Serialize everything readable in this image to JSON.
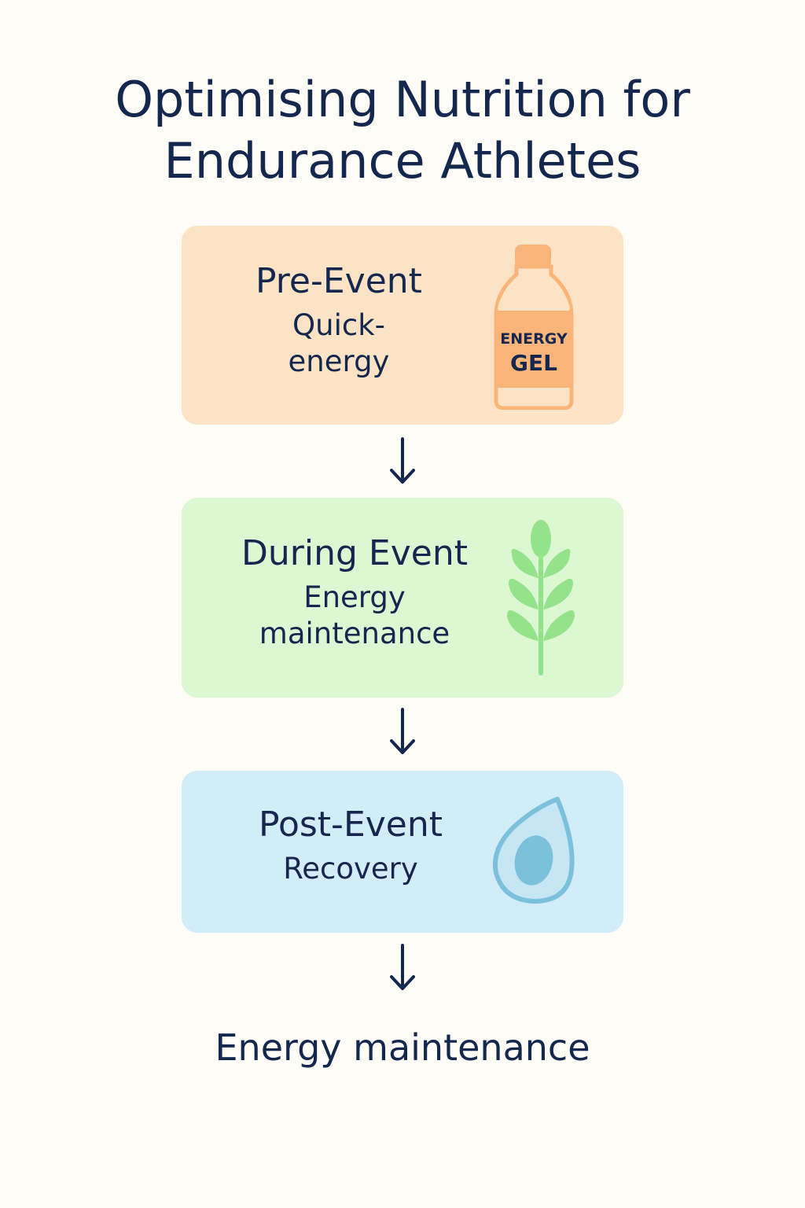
{
  "title": {
    "line1": "Optimising Nutrition for",
    "line2": "Endurance Athletes"
  },
  "stages": [
    {
      "heading": "Pre-Event",
      "subtitle": "Quick-energy",
      "icon": "energy-gel-bottle-icon",
      "icon_label_line1": "ENERGY",
      "icon_label_line2": "GEL",
      "color": "#fde3c5",
      "accent": "#f9b479"
    },
    {
      "heading": "During Event",
      "subtitle": "Energy maintenance",
      "icon": "wheat-sprig-icon",
      "color": "#dcf8d3",
      "accent": "#94e28a"
    },
    {
      "heading": "Post-Event",
      "subtitle": "Recovery",
      "icon": "water-drop-icon",
      "color": "#d2ecf8",
      "accent": "#7cc1dc"
    }
  ],
  "footer": "Energy maintenance"
}
